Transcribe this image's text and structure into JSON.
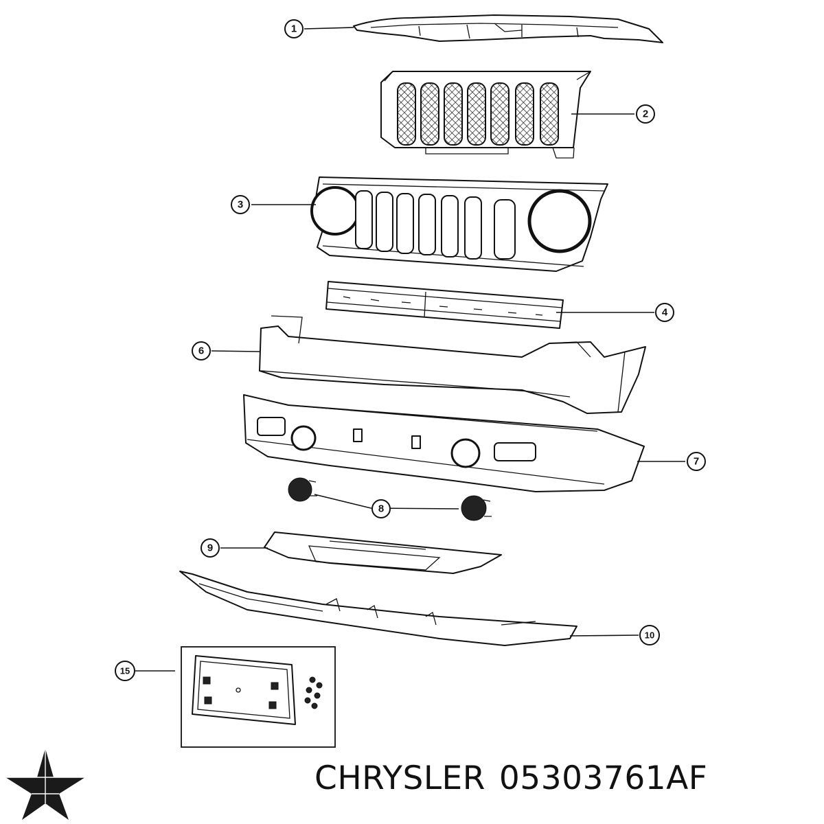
{
  "callouts": [
    "1",
    "2",
    "3",
    "4",
    "6",
    "7",
    "8",
    "9",
    "10",
    "15"
  ],
  "caption": {
    "brand": "CHRYSLER",
    "part_number": "05303761AF"
  },
  "logo": {
    "icon": "chrysler-pentastar-icon",
    "color": "#1a1a1a"
  }
}
